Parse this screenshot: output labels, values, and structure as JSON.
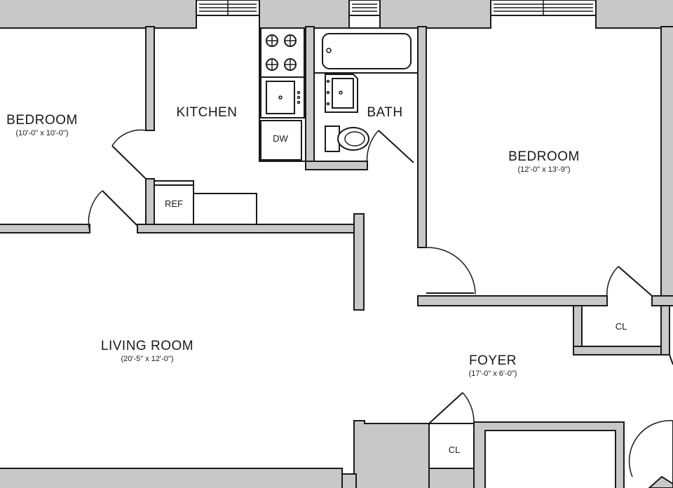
{
  "rooms": {
    "bedroom_left": {
      "name": "BEDROOM",
      "dims": "(10'-0\" x 10'-0\")"
    },
    "kitchen": {
      "name": "KITCHEN"
    },
    "bath": {
      "name": "BATH"
    },
    "bedroom_right": {
      "name": "BEDROOM",
      "dims": "(12'-0\" x 13'-9\")"
    },
    "living_room": {
      "name": "LIVING ROOM",
      "dims": "(20'-5\" x 12'-0\")"
    },
    "foyer": {
      "name": "FOYER",
      "dims": "(17'-0\" x 6'-0\")"
    }
  },
  "fixtures": {
    "refrigerator": "REF",
    "dishwasher": "DW",
    "closet_bedroom": "CL",
    "closet_foyer": "CL"
  },
  "colors": {
    "wall": "#c8c8c8",
    "line": "#1a1a1a",
    "background": "#ffffff"
  }
}
